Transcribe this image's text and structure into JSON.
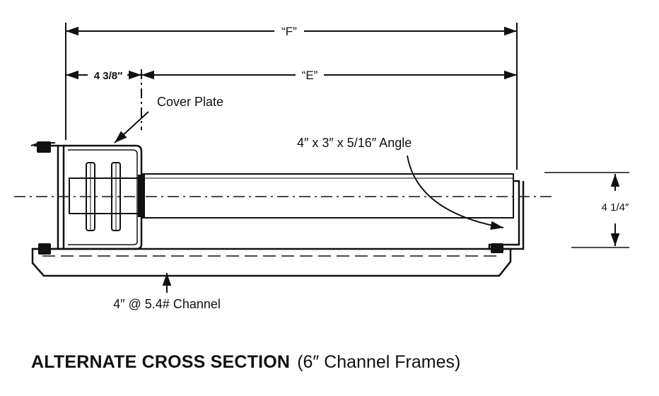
{
  "dimensions": {
    "overall": "“F”",
    "span": "“E”",
    "offset": "4 3/8″",
    "height": "4 1/4″"
  },
  "callouts": {
    "cover_plate": "Cover Plate",
    "angle": "4″ x 3″ x 5/16″ Angle",
    "channel": "4″ @ 5.4# Channel"
  },
  "caption": {
    "title": "ALTERNATE CROSS SECTION",
    "subtitle": "(6″ Channel Frames)"
  }
}
